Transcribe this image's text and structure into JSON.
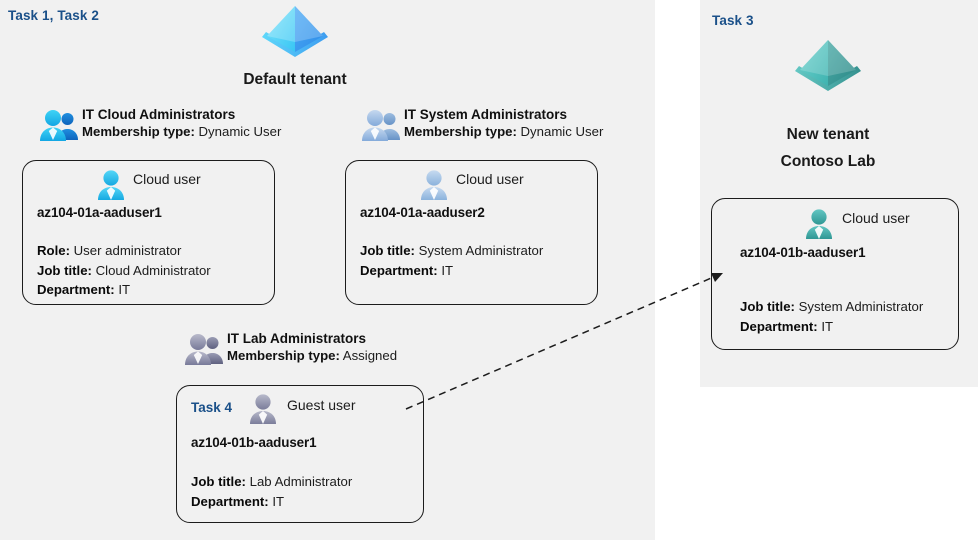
{
  "panels": {
    "left": {
      "task_label": "Task 1, Task 2"
    },
    "right": {
      "task_label": "Task 3"
    }
  },
  "tenants": [
    {
      "icon": "azure-ad-tenant-icon",
      "name": "Default tenant",
      "color": "#32b7f0"
    },
    {
      "icon": "azure-ad-tenant-icon",
      "name_line1": "New  tenant",
      "name_line2": "Contoso Lab",
      "color": "#45b6b0"
    }
  ],
  "groups": [
    {
      "icon": "group-users-icon",
      "title": "IT Cloud Administrators",
      "membership_label": "Membership type:",
      "membership_value": "Dynamic User",
      "color": "#17a7e0"
    },
    {
      "icon": "group-users-icon",
      "title": "IT System Administrators",
      "membership_label": "Membership type:",
      "membership_value": "Dynamic User",
      "color": "#9cbbe0"
    },
    {
      "icon": "group-users-icon",
      "title": "IT Lab Administrators",
      "membership_label": "Membership type:",
      "membership_value": "Assigned",
      "color": "#8d8fab"
    }
  ],
  "users": [
    {
      "icon": "cloud-user-icon",
      "type_label": "Cloud user",
      "name": "az104-01a-aaduser1",
      "icon_color": "#2ec0ef",
      "attributes": [
        {
          "label": "Role:",
          "value": "User administrator"
        },
        {
          "label": "Job title:",
          "value": "Cloud Administrator"
        },
        {
          "label": "Department:",
          "value": "IT"
        }
      ]
    },
    {
      "icon": "cloud-user-icon",
      "type_label": "Cloud user",
      "name": "az104-01a-aaduser2",
      "icon_color": "#a6c3e3",
      "attributes": [
        {
          "label": "Job title:",
          "value": "System Administrator"
        },
        {
          "label": "Department:",
          "value": "IT"
        }
      ]
    },
    {
      "icon": "guest-user-icon",
      "task_tag": "Task 4",
      "type_label": "Guest user",
      "name": "az104-01b-aaduser1",
      "icon_color": "#9a9cb4",
      "attributes": [
        {
          "label": "Job title:",
          "value": "Lab Administrator"
        },
        {
          "label": "Department:",
          "value": "IT"
        }
      ]
    },
    {
      "icon": "cloud-user-icon",
      "type_label": "Cloud user",
      "name": "az104-01b-aaduser1",
      "icon_color": "#3aa9a4",
      "attributes": [
        {
          "label": "Job title:",
          "value": "System Administrator"
        },
        {
          "label": "Department:",
          "value": "IT"
        }
      ]
    }
  ],
  "connector": {
    "style": "dashed-arrow",
    "label": ""
  }
}
